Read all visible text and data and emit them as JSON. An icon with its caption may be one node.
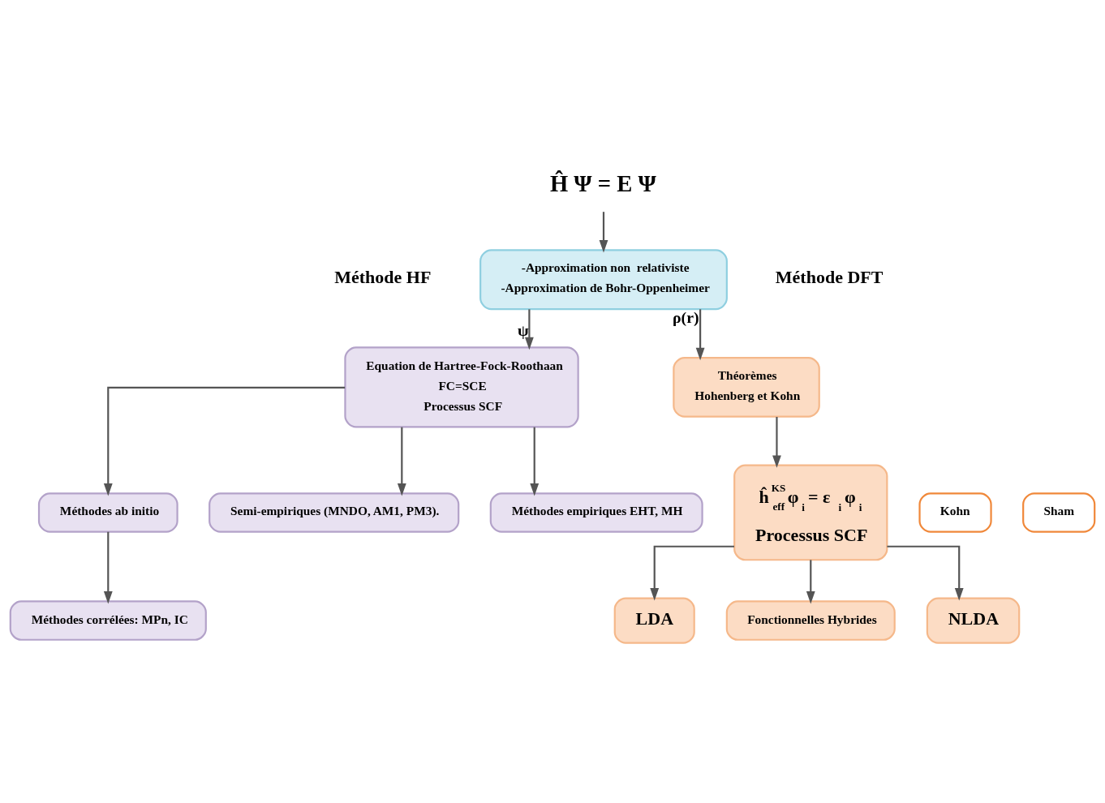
{
  "diagram": {
    "nodes": [
      {
        "text": [
          "Ĥ Ψ = E Ψ"
        ]
      },
      {
        "text": [
          "-Approximation non  relativiste",
          "-Approximation de Bohr-Oppenheimer"
        ]
      },
      {
        "text": [
          "Equation de Hartree-Fock-Roothaan",
          "FC=SCE",
          "Processus SCF"
        ]
      },
      {
        "text": [
          "Théorèmes",
          "Hohenberg et Kohn"
        ]
      },
      {
        "text": [
          "Kohn"
        ]
      },
      {
        "text": [
          "Sham"
        ]
      },
      {
        "text": [
          "ĥ$^{KS}$$_{eff}$φ$_{i}$ = ε$_{i}$φ$_{i}$",
          "Processus SCF"
        ]
      },
      {
        "text": [
          "Méthodes ab initio"
        ]
      },
      {
        "text": [
          "Semi-empiriques (MNDO, AM1, PM3)."
        ]
      },
      {
        "text": [
          "Méthodes empiriques EHT, MH"
        ]
      },
      {
        "text": [
          "Méthodes corrélées: MPn, IC"
        ]
      },
      {
        "text": [
          "LDA"
        ]
      },
      {
        "text": [
          "Fonctionnelles Hybrides"
        ]
      },
      {
        "text": [
          "NLDA"
        ]
      }
    ],
    "edges": [
      {
        "from": 0,
        "to": 1,
        "arrow": "to"
      },
      {
        "from": 1,
        "to": 2,
        "arrow": "to",
        "label": "ψ"
      },
      {
        "from": 1,
        "to": 3,
        "arrow": "to",
        "label": "ρ(r)"
      },
      {
        "from": 2,
        "to": 7,
        "arrow": "to"
      },
      {
        "from": 2,
        "to": 8,
        "arrow": "to"
      },
      {
        "from": 2,
        "to": 9,
        "arrow": "to"
      },
      {
        "from": 7,
        "to": 10,
        "arrow": "to"
      },
      {
        "from": 3,
        "to": 6,
        "arrow": "to"
      },
      {
        "from": 6,
        "to": 11,
        "arrow": "to"
      },
      {
        "from": 6,
        "to": 12,
        "arrow": "to"
      },
      {
        "from": 6,
        "to": 13,
        "arrow": "to"
      }
    ],
    "labels": [
      "Méthode HF",
      "Méthode DFT"
    ]
  }
}
